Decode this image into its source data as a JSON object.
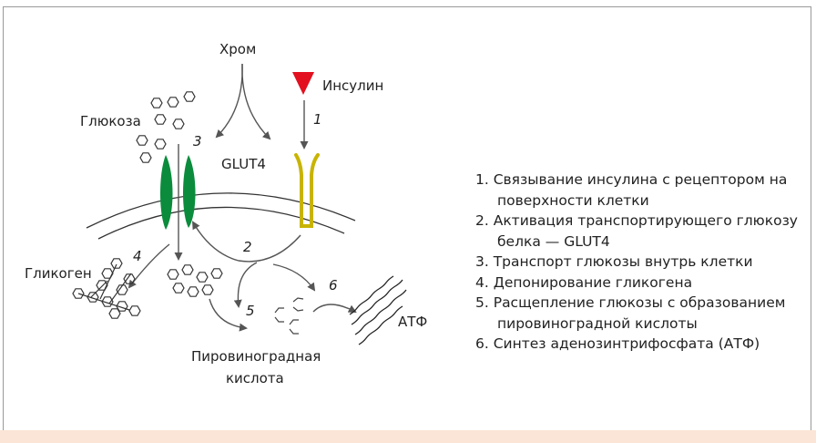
{
  "labels": {
    "chrome": "Хром",
    "insulin": "Инсулин",
    "glucose": "Глюкоза",
    "glut4": "GLUT4",
    "glycogen": "Гликоген",
    "pyruvic_line1": "Пировиноградная",
    "pyruvic_line2": "кислота",
    "atp": "АТФ"
  },
  "step_numbers": {
    "n1": "1",
    "n2": "2",
    "n3": "3",
    "n4": "4",
    "n5": "5",
    "n6": "6"
  },
  "legend": [
    "1. Связывание инсулина с рецептором на поверхности клетки",
    "2. Активация транспортирующего глюкозу белка — GLUT4",
    "3. Транспорт глюкозы внутрь клетки",
    "4. Депонирование гликогена",
    "5. Расщепление глюкозы с образованием пировиноградной кислоты",
    "6. Синтез аденозинтрифосфата (АТФ)"
  ],
  "colors": {
    "transporter": "#0a8c3c",
    "receptor": "#c8b400",
    "insulin": "#e3101f",
    "footer": "#fbe5d6"
  }
}
